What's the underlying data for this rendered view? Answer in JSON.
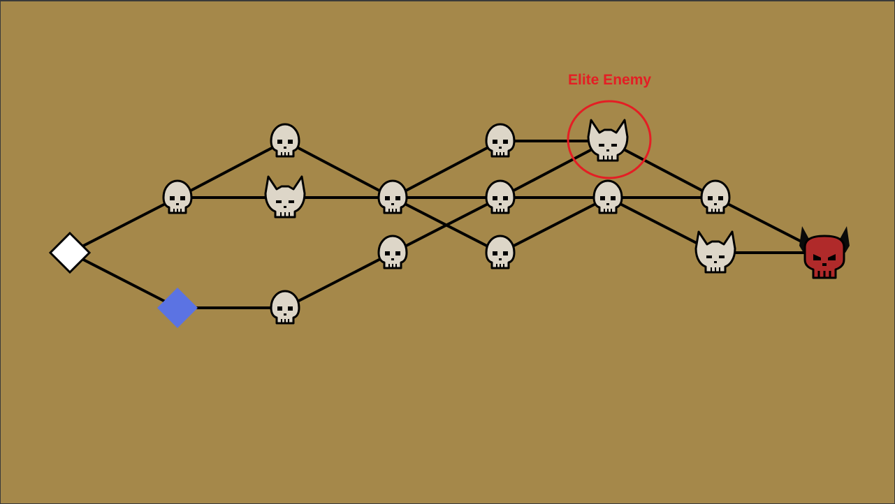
{
  "map": {
    "background": "#a5884a",
    "colors": {
      "path": "#000000",
      "bone": "#ddd6c8",
      "outline": "#000000",
      "boss": "#b02a2a",
      "boss_horns": "#0a0a0a",
      "start_node": "#ffffff",
      "current_node": "#5b73e3",
      "annotation": "#e41e24"
    },
    "node_types": [
      "start",
      "current",
      "enemy",
      "elite",
      "boss"
    ]
  },
  "annotation": {
    "label": "Elite Enemy",
    "target": "elite-enemy-node"
  }
}
